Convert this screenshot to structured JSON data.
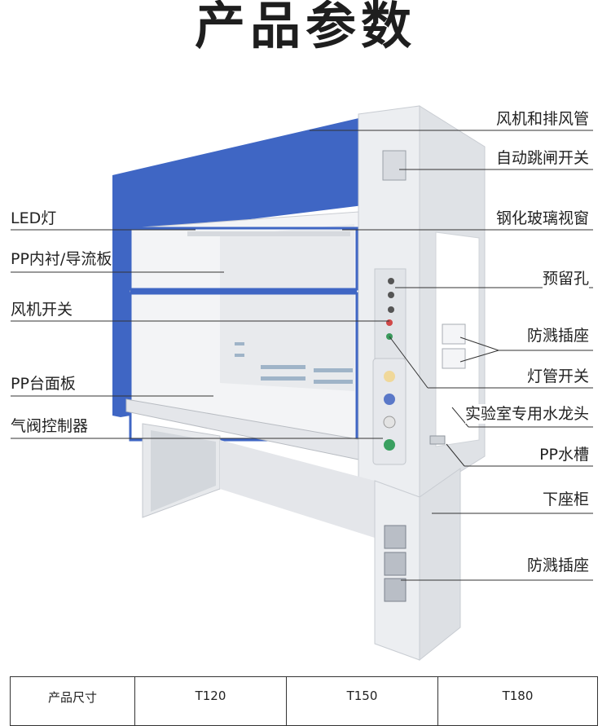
{
  "title": "产品参数",
  "labels": {
    "fan_and_exhaust": "风机和排风管",
    "auto_trip_switch": "自动跳闸开关",
    "led_light": "LED灯",
    "tempered_glass_window": "钢化玻璃视窗",
    "pp_liner": "PP内衬/导流板",
    "reserved_hole": "预留孔",
    "fan_switch": "风机开关",
    "splash_socket_top": "防溅插座",
    "lamp_switch": "灯管开关",
    "pp_countertop": "PP台面板",
    "lab_faucet": "实验室专用水龙头",
    "gas_valve_controller": "气阀控制器",
    "pp_sink": "PP水槽",
    "base_cabinet": "下座柜",
    "splash_socket_bottom": "防溅插座"
  },
  "table": {
    "header": [
      "产品尺寸",
      "T120",
      "T150",
      "T180"
    ]
  },
  "colors": {
    "cabinet_blue": "#3f66c4",
    "cabinet_white": "#eceef1",
    "interior": "#f3f4f6",
    "line": "#333333"
  }
}
